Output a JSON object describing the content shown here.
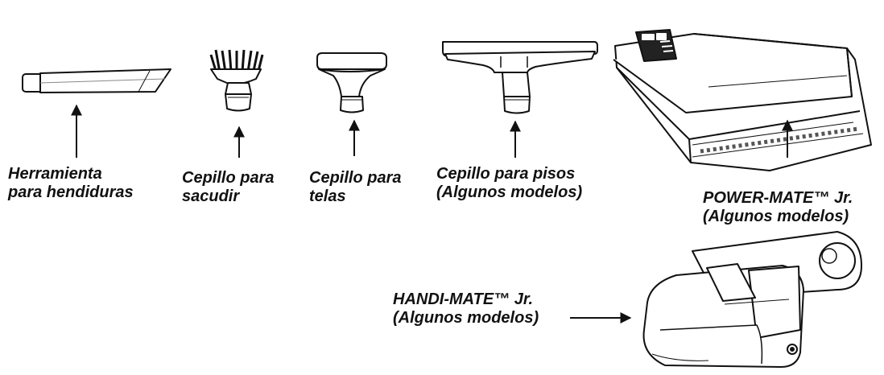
{
  "colors": {
    "ink": "#111111",
    "fill": "#ffffff",
    "shade": "#e9e9e9",
    "panel": "#f4f4f4"
  },
  "tools": [
    {
      "id": "crevice",
      "icon": "crevice-tool-icon",
      "line1": "Herramienta",
      "line2": "para hendiduras"
    },
    {
      "id": "dusting",
      "icon": "dusting-brush-icon",
      "line1": "Cepillo para",
      "line2": "sacudir"
    },
    {
      "id": "upholstery",
      "icon": "upholstery-brush-icon",
      "line1": "Cepillo para",
      "line2": "telas"
    },
    {
      "id": "floor",
      "icon": "floor-brush-icon",
      "line1": "Cepillo para pisos",
      "line2": "(Algunos modelos)"
    },
    {
      "id": "powermate",
      "icon": "power-mate-jr-icon",
      "line1": "POWER-MATE™ Jr.",
      "line2": "(Algunos modelos)"
    },
    {
      "id": "handimate",
      "icon": "handi-mate-jr-icon",
      "line1": "HANDI-MATE™ Jr.",
      "line2": "(Algunos modelos)"
    }
  ]
}
